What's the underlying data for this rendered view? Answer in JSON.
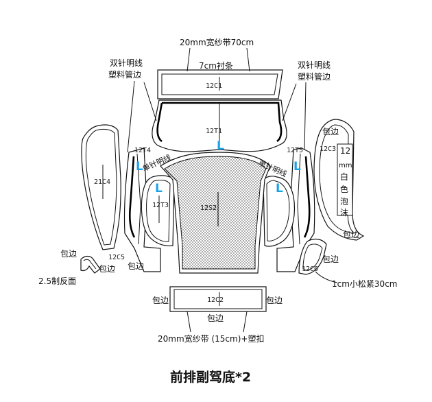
{
  "title": "前排副驾底*2",
  "pieces": {
    "c1": "12C1",
    "t1": "12T1",
    "t4": "12T4",
    "t5": "12T5",
    "s2": "12S2",
    "c4": "21C4",
    "c3": "12C3",
    "t3": "12T3",
    "c5": "12C5",
    "c6": "12C6",
    "c2": "12C2"
  },
  "notes": {
    "top_band": "20mm宽纱带70cm",
    "strip": "7cm衬条",
    "left_seam_1": "双针明线",
    "left_seam_2": "塑料管边",
    "right_seam_1": "双针明线",
    "right_seam_2": "塑料管边",
    "left_mid": "单针明线",
    "right_mid": "单针明线",
    "edge_c3": "包边",
    "vertical_c3": [
      "12",
      "mm",
      "白",
      "色",
      "泡",
      "沫"
    ],
    "edge_c3_bottom": "包边",
    "edge_c6": "包边",
    "elastic": "1cm小松紧30cm",
    "edge_left": "包边",
    "edge_left_2": "包边",
    "edge_left_3": "包边",
    "reverse": "2.5制反面",
    "edge_c2_left": "包边",
    "edge_c2_right": "包边",
    "edge_c2_bottom": "包边",
    "bottom_band": "20mm宽纱带 (15cm)+塑扣"
  },
  "markers": [
    "L",
    "L",
    "L",
    "L",
    "L"
  ]
}
